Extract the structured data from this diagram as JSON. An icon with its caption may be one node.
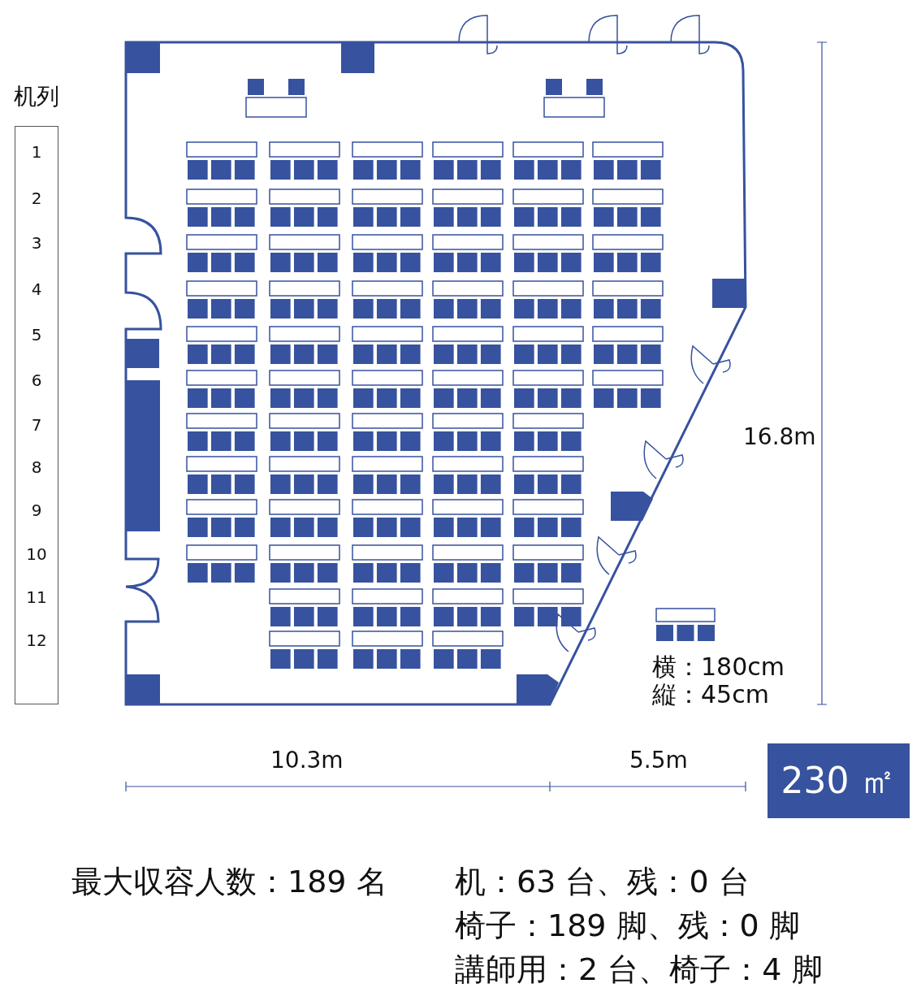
{
  "diagram": {
    "nodes": [
      {
        "text": [
          "机列",
          "1",
          "2",
          "3",
          "4",
          "5",
          "6",
          "7",
          "8",
          "9",
          "10",
          "11",
          "12"
        ]
      },
      {
        "text": [
          "230 ㎡"
        ]
      }
    ],
    "labels": [
      "16.8m",
      "横：180cm",
      "縦：45cm",
      "10.3m",
      "5.5m",
      "最大収容人数：189 名",
      "机：63 台、残：0 台",
      "椅子：189 脚、残：0 脚",
      "講師用：2 台、椅子：4 脚"
    ]
  }
}
